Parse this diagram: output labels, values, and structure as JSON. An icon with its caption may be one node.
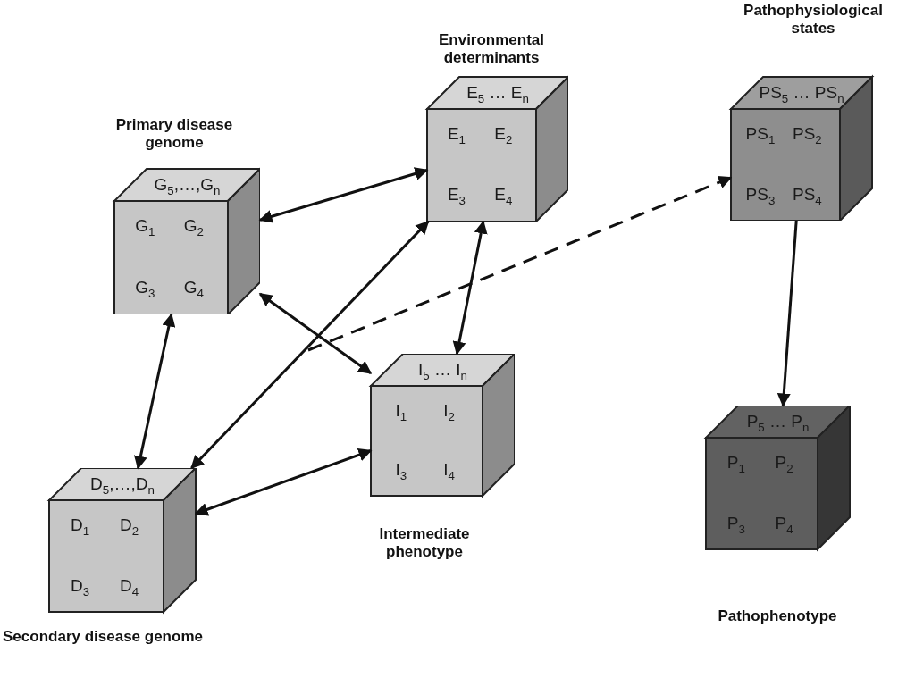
{
  "diagram": {
    "nodes": [
      {
        "text": [
          "Primary disease genome",
          "G$_{5}$,…,G$_{n}$",
          "G$_{1}$",
          "G$_{2}$",
          "G$_{3}$",
          "G$_{4}$"
        ]
      },
      {
        "text": [
          "Environmental determinants",
          "E$_{5}$ … E$_{n}$",
          "E$_{1}$",
          "E$_{2}$",
          "E$_{3}$",
          "E$_{4}$"
        ]
      },
      {
        "text": [
          "Pathophysiological states",
          "PS$_{5}$ … PS$_{n}$",
          "PS$_{1}$",
          "PS$_{2}$",
          "PS$_{3}$",
          "PS$_{4}$"
        ]
      },
      {
        "text": [
          "I$_{5}$ … I$_{n}$",
          "I$_{1}$",
          "I$_{2}$",
          "I$_{3}$",
          "I$_{4}$",
          "Intermediate phenotype"
        ]
      },
      {
        "text": [
          "P$_{5}$ … P$_{n}$",
          "P$_{1}$",
          "P$_{2}$",
          "P$_{3}$",
          "P$_{4}$",
          "Pathophenotype"
        ]
      },
      {
        "text": [
          "D$_{5}$,…,D$_{n}$",
          "D$_{1}$",
          "D$_{2}$",
          "D$_{3}$",
          "D$_{4}$",
          "Secondary disease genome"
        ]
      }
    ],
    "edges": [
      {
        "from": 0,
        "to": 1,
        "arrow": "both"
      },
      {
        "from": 1,
        "to": 3,
        "arrow": "both"
      },
      {
        "from": 0,
        "to": 3,
        "arrow": "both"
      },
      {
        "from": 0,
        "to": 5,
        "arrow": "both"
      },
      {
        "from": 1,
        "to": 5,
        "arrow": "both"
      },
      {
        "from": 3,
        "to": 5,
        "arrow": "both"
      },
      {
        "from": null,
        "to": 2,
        "arrow": "to",
        "style": "dashed"
      },
      {
        "from": 2,
        "to": 4,
        "arrow": "to"
      }
    ]
  }
}
